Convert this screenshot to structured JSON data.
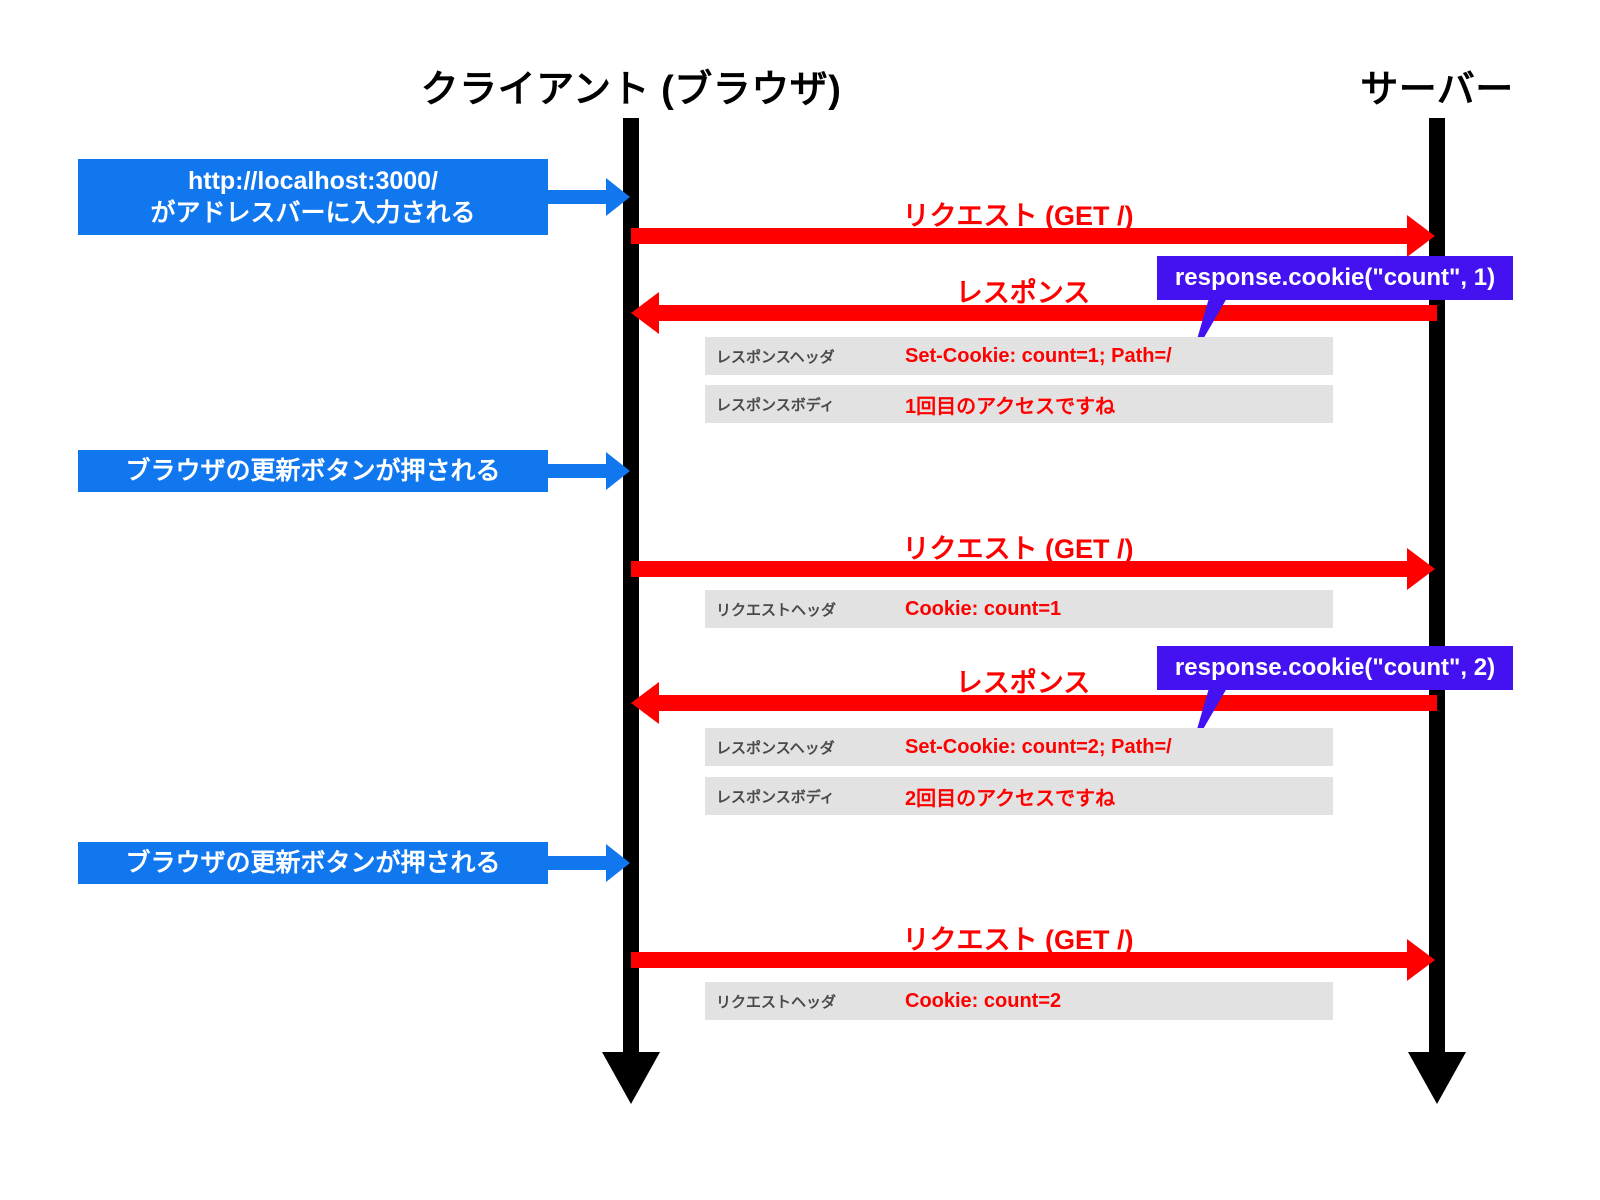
{
  "diagram": {
    "title_client": "クライアント (ブラウザ)",
    "title_server": "サーバー",
    "colors": {
      "lifeline": "#000000",
      "message": "#ff0000",
      "note_blue": "#1077ee",
      "callout_purple": "#4411f0",
      "row_bg": "#e2e2e2",
      "row_key_text": "#4a4a4a"
    }
  },
  "notes": [
    {
      "line1": "http://localhost:3000/",
      "line2": "がアドレスバーに入力される"
    },
    {
      "line1": "ブラウザの更新ボタンが押される",
      "line2": ""
    },
    {
      "line1": "ブラウザの更新ボタンが押される",
      "line2": ""
    }
  ],
  "messages": [
    {
      "label": "リクエスト (GET /)",
      "direction": "to-right"
    },
    {
      "label": "レスポンス",
      "direction": "to-left"
    },
    {
      "label": "リクエスト (GET /)",
      "direction": "to-right"
    },
    {
      "label": "レスポンス",
      "direction": "to-left"
    },
    {
      "label": "リクエスト (GET /)",
      "direction": "to-right"
    }
  ],
  "rows": [
    {
      "key": "レスポンスヘッダ",
      "value": "Set-Cookie: count=1; Path=/"
    },
    {
      "key": "レスポンスボディ",
      "value": "1回目のアクセスですね"
    },
    {
      "key": "リクエストヘッダ",
      "value": "Cookie: count=1"
    },
    {
      "key": "レスポンスヘッダ",
      "value": "Set-Cookie: count=2; Path=/"
    },
    {
      "key": "レスポンスボディ",
      "value": "2回目のアクセスですね"
    },
    {
      "key": "リクエストヘッダ",
      "value": "Cookie: count=2"
    }
  ],
  "callouts": [
    {
      "text": "response.cookie(\"count\", 1)"
    },
    {
      "text": "response.cookie(\"count\", 2)"
    }
  ]
}
